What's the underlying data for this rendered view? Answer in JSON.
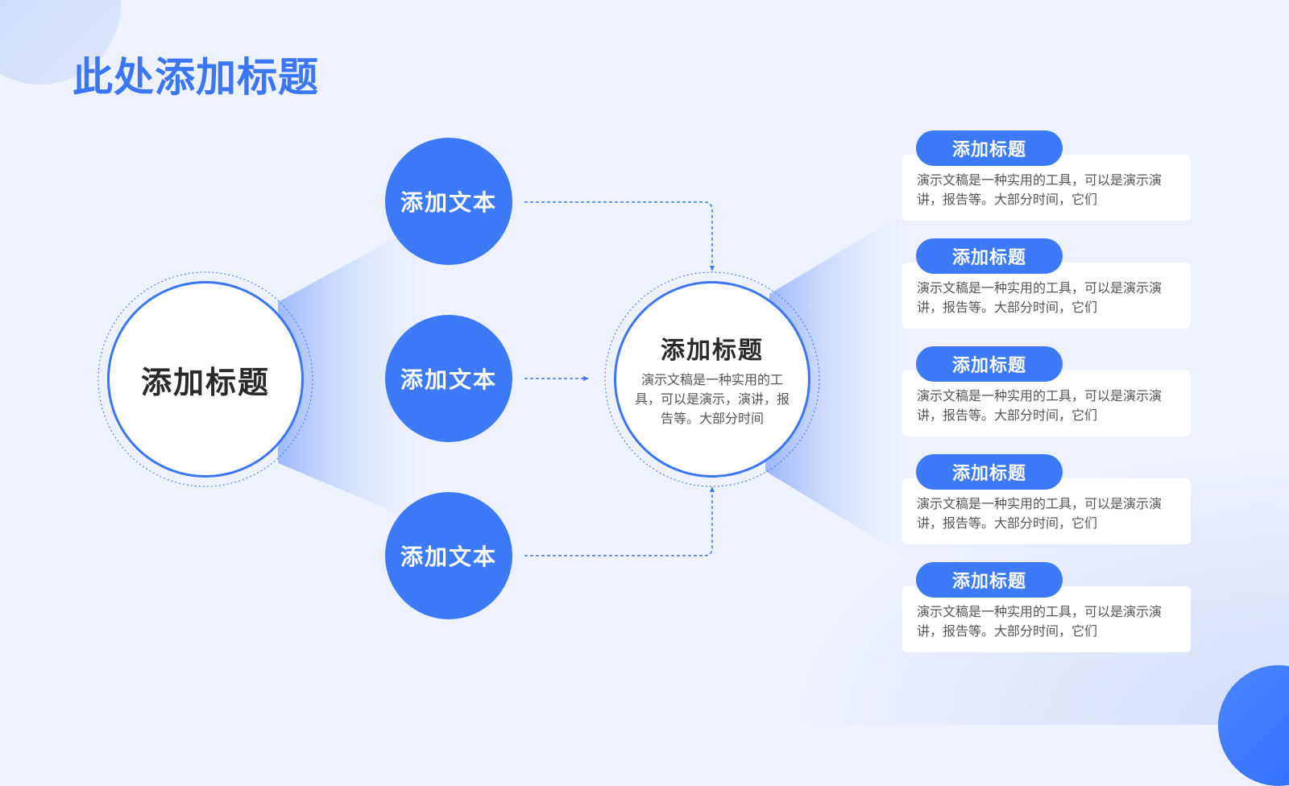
{
  "page_title": "此处添加标题",
  "main_node": {
    "label": "添加标题"
  },
  "branches": [
    {
      "label": "添加文本"
    },
    {
      "label": "添加文本"
    },
    {
      "label": "添加文本"
    }
  ],
  "center_node": {
    "title": "添加标题",
    "description": "演示文稿是一种实用的工具，可以是演示，演讲，报告等。大部分时间"
  },
  "cards": [
    {
      "title": "添加标题",
      "description": "演示文稿是一种实用的工具，可以是演示演讲，报告等。大部分时间，它们"
    },
    {
      "title": "添加标题",
      "description": "演示文稿是一种实用的工具，可以是演示演讲，报告等。大部分时间，它们"
    },
    {
      "title": "添加标题",
      "description": "演示文稿是一种实用的工具，可以是演示演讲，报告等。大部分时间，它们"
    },
    {
      "title": "添加标题",
      "description": "演示文稿是一种实用的工具，可以是演示演讲，报告等。大部分时间，它们"
    },
    {
      "title": "添加标题",
      "description": "演示文稿是一种实用的工具，可以是演示演讲，报告等。大部分时间，它们"
    }
  ],
  "colors": {
    "accent": "#3d7af8",
    "title": "#3a76f5",
    "background": "#eef2fe",
    "text_dark": "#2a2a2a",
    "text_body": "#555555"
  }
}
